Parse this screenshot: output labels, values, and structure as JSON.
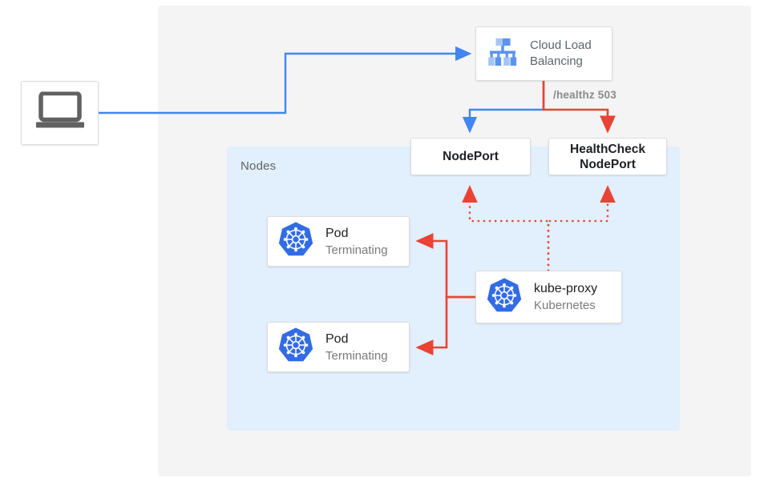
{
  "diagram": {
    "title_region_label": "Nodes",
    "colors": {
      "blue_flow": "#4285F4",
      "red_flow": "#EA4335",
      "panel_gray": "#F4F4F4",
      "nodes_blue": "#E2EFFC",
      "k8s_blue": "#326CE5",
      "laptop_gray": "#616161",
      "text_dark": "#202124",
      "text_gray": "#5F6368",
      "text_subgray": "#7A7A7A"
    },
    "nodes": {
      "client": {
        "icon": "laptop-icon"
      },
      "load_balancer": {
        "icon": "cloud-load-balancing-icon",
        "line1": "Cloud Load",
        "line2": "Balancing"
      },
      "nodeport": {
        "label": "NodePort"
      },
      "healthcheck_nodeport": {
        "line1": "HealthCheck",
        "line2": "NodePort"
      },
      "pod_1": {
        "icon": "kubernetes-icon",
        "title": "Pod",
        "subtitle": "Terminating"
      },
      "pod_2": {
        "icon": "kubernetes-icon",
        "title": "Pod",
        "subtitle": "Terminating"
      },
      "kube_proxy": {
        "icon": "kubernetes-icon",
        "title": "kube-proxy",
        "subtitle": "Kubernetes"
      }
    },
    "edges": {
      "healthz_label": "/healthz 503"
    }
  }
}
